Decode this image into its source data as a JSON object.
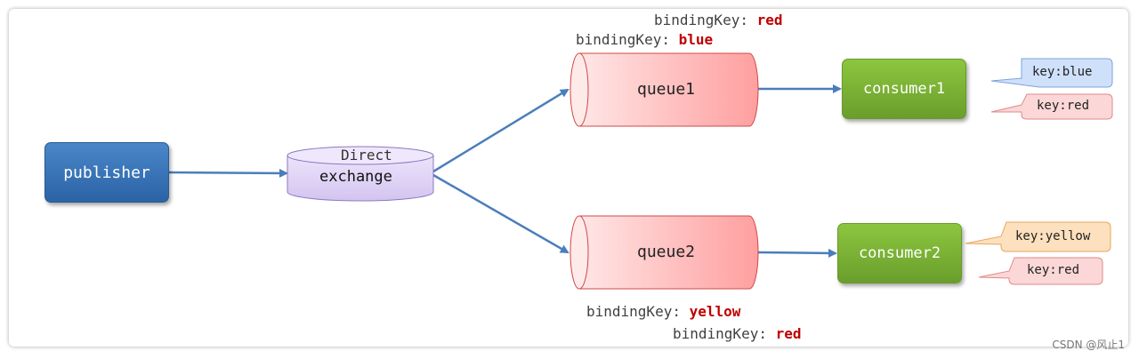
{
  "publisher": {
    "label": "publisher"
  },
  "exchange": {
    "top_label": "Direct",
    "label": "exchange"
  },
  "queues": [
    {
      "label": "queue1",
      "binding_keys": [
        {
          "prefix": "bindingKey: ",
          "value": "red"
        },
        {
          "prefix": "bindingKey: ",
          "value": "blue"
        }
      ]
    },
    {
      "label": "queue2",
      "binding_keys": [
        {
          "prefix": "bindingKey: ",
          "value": "yellow"
        },
        {
          "prefix": "bindingKey: ",
          "value": "red"
        }
      ]
    }
  ],
  "consumers": [
    {
      "label": "consumer1",
      "keys": [
        "key:blue",
        "key:red"
      ]
    },
    {
      "label": "consumer2",
      "keys": [
        "key:yellow",
        "key:red"
      ]
    }
  ],
  "colors": {
    "publisher": "#3a76ba",
    "exchange": "#d9ccf2",
    "queue": "#ffb3b3",
    "consumer": "#7cb342",
    "arrow": "#4a7ebb",
    "binding_value": "#c00000",
    "callout_blue": "#cfe0fb",
    "callout_red": "#fbd7d7",
    "callout_orange": "#fde0bd"
  },
  "watermark": "CSDN @风止1"
}
